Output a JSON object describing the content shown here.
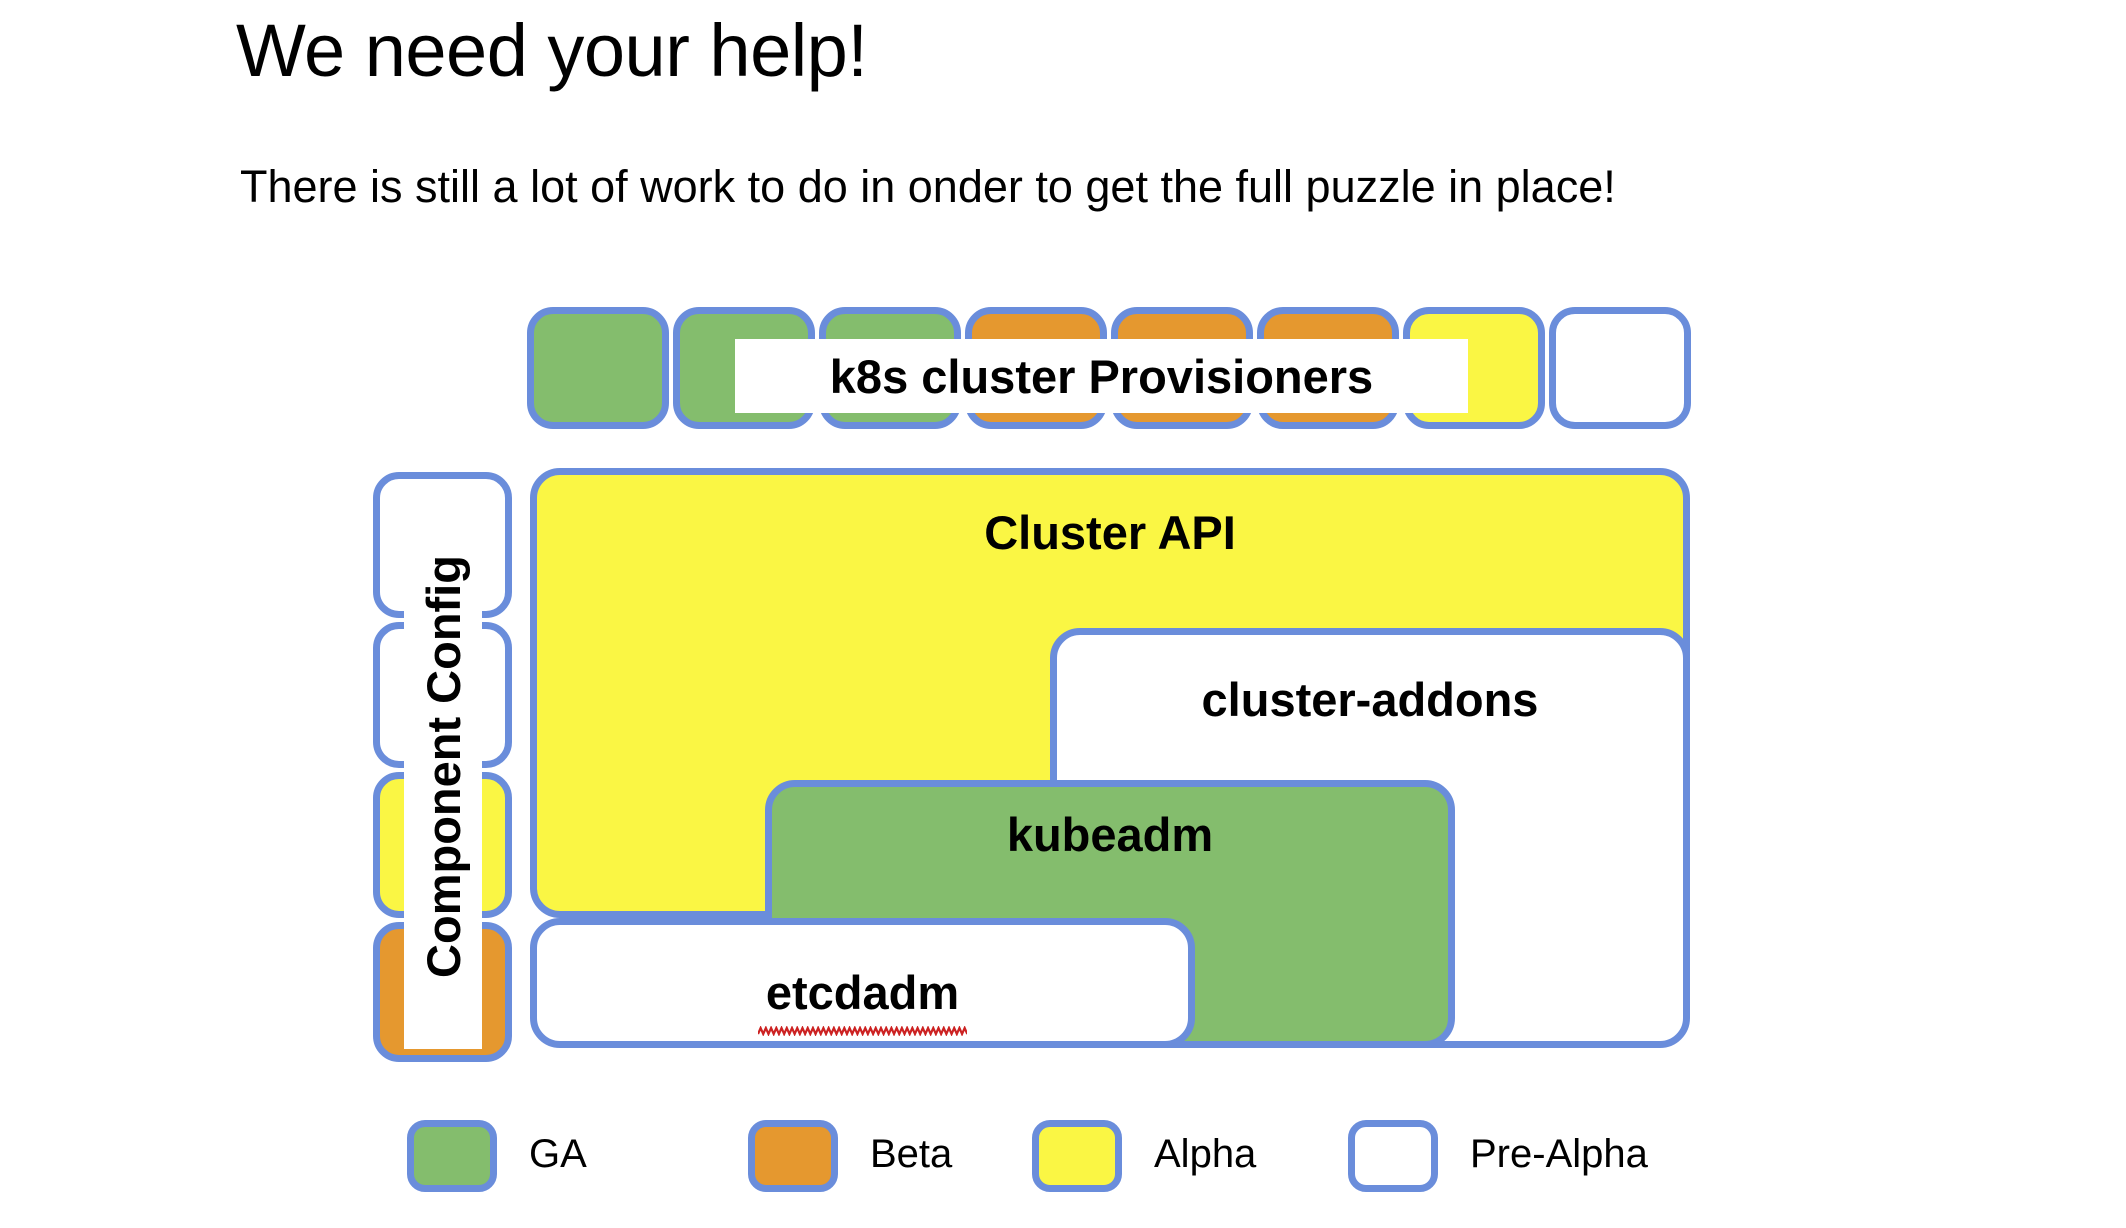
{
  "slide": {
    "title": "We need your help!",
    "subtitle": "There is still a lot of work to do in onder to get the full puzzle in place!",
    "background_color": "#ffffff"
  },
  "theme": {
    "border_color": "#6a8ddb",
    "ga_color": "#84bd6d",
    "beta_color": "#e5982f",
    "alpha_color": "#faf644",
    "prealpha_color": "#ffffff",
    "spellcheck_color": "#cc2222",
    "text_color": "#000000"
  },
  "diagram": {
    "provisioners_row": {
      "label": "k8s cluster Provisioners",
      "tiles": [
        {
          "status": "GA"
        },
        {
          "status": "GA"
        },
        {
          "status": "GA"
        },
        {
          "status": "Beta"
        },
        {
          "status": "Beta"
        },
        {
          "status": "Beta"
        },
        {
          "status": "Alpha"
        },
        {
          "status": "Pre-Alpha"
        }
      ]
    },
    "component_config_column": {
      "label": "Component Config",
      "tiles": [
        {
          "status": "Pre-Alpha"
        },
        {
          "status": "Pre-Alpha"
        },
        {
          "status": "Alpha"
        },
        {
          "status": "Beta"
        }
      ]
    },
    "blocks": [
      {
        "label": "Cluster API",
        "status": "Alpha"
      },
      {
        "label": "cluster-addons",
        "status": "Pre-Alpha"
      },
      {
        "label": "kubeadm",
        "status": "GA"
      },
      {
        "label": "etcdadm",
        "status": "Pre-Alpha",
        "spellcheck_flag": true
      }
    ]
  },
  "legend": {
    "items": [
      {
        "label": "GA",
        "status": "GA"
      },
      {
        "label": "Beta",
        "status": "Beta"
      },
      {
        "label": "Alpha",
        "status": "Alpha"
      },
      {
        "label": "Pre-Alpha",
        "status": "Pre-Alpha"
      }
    ]
  }
}
